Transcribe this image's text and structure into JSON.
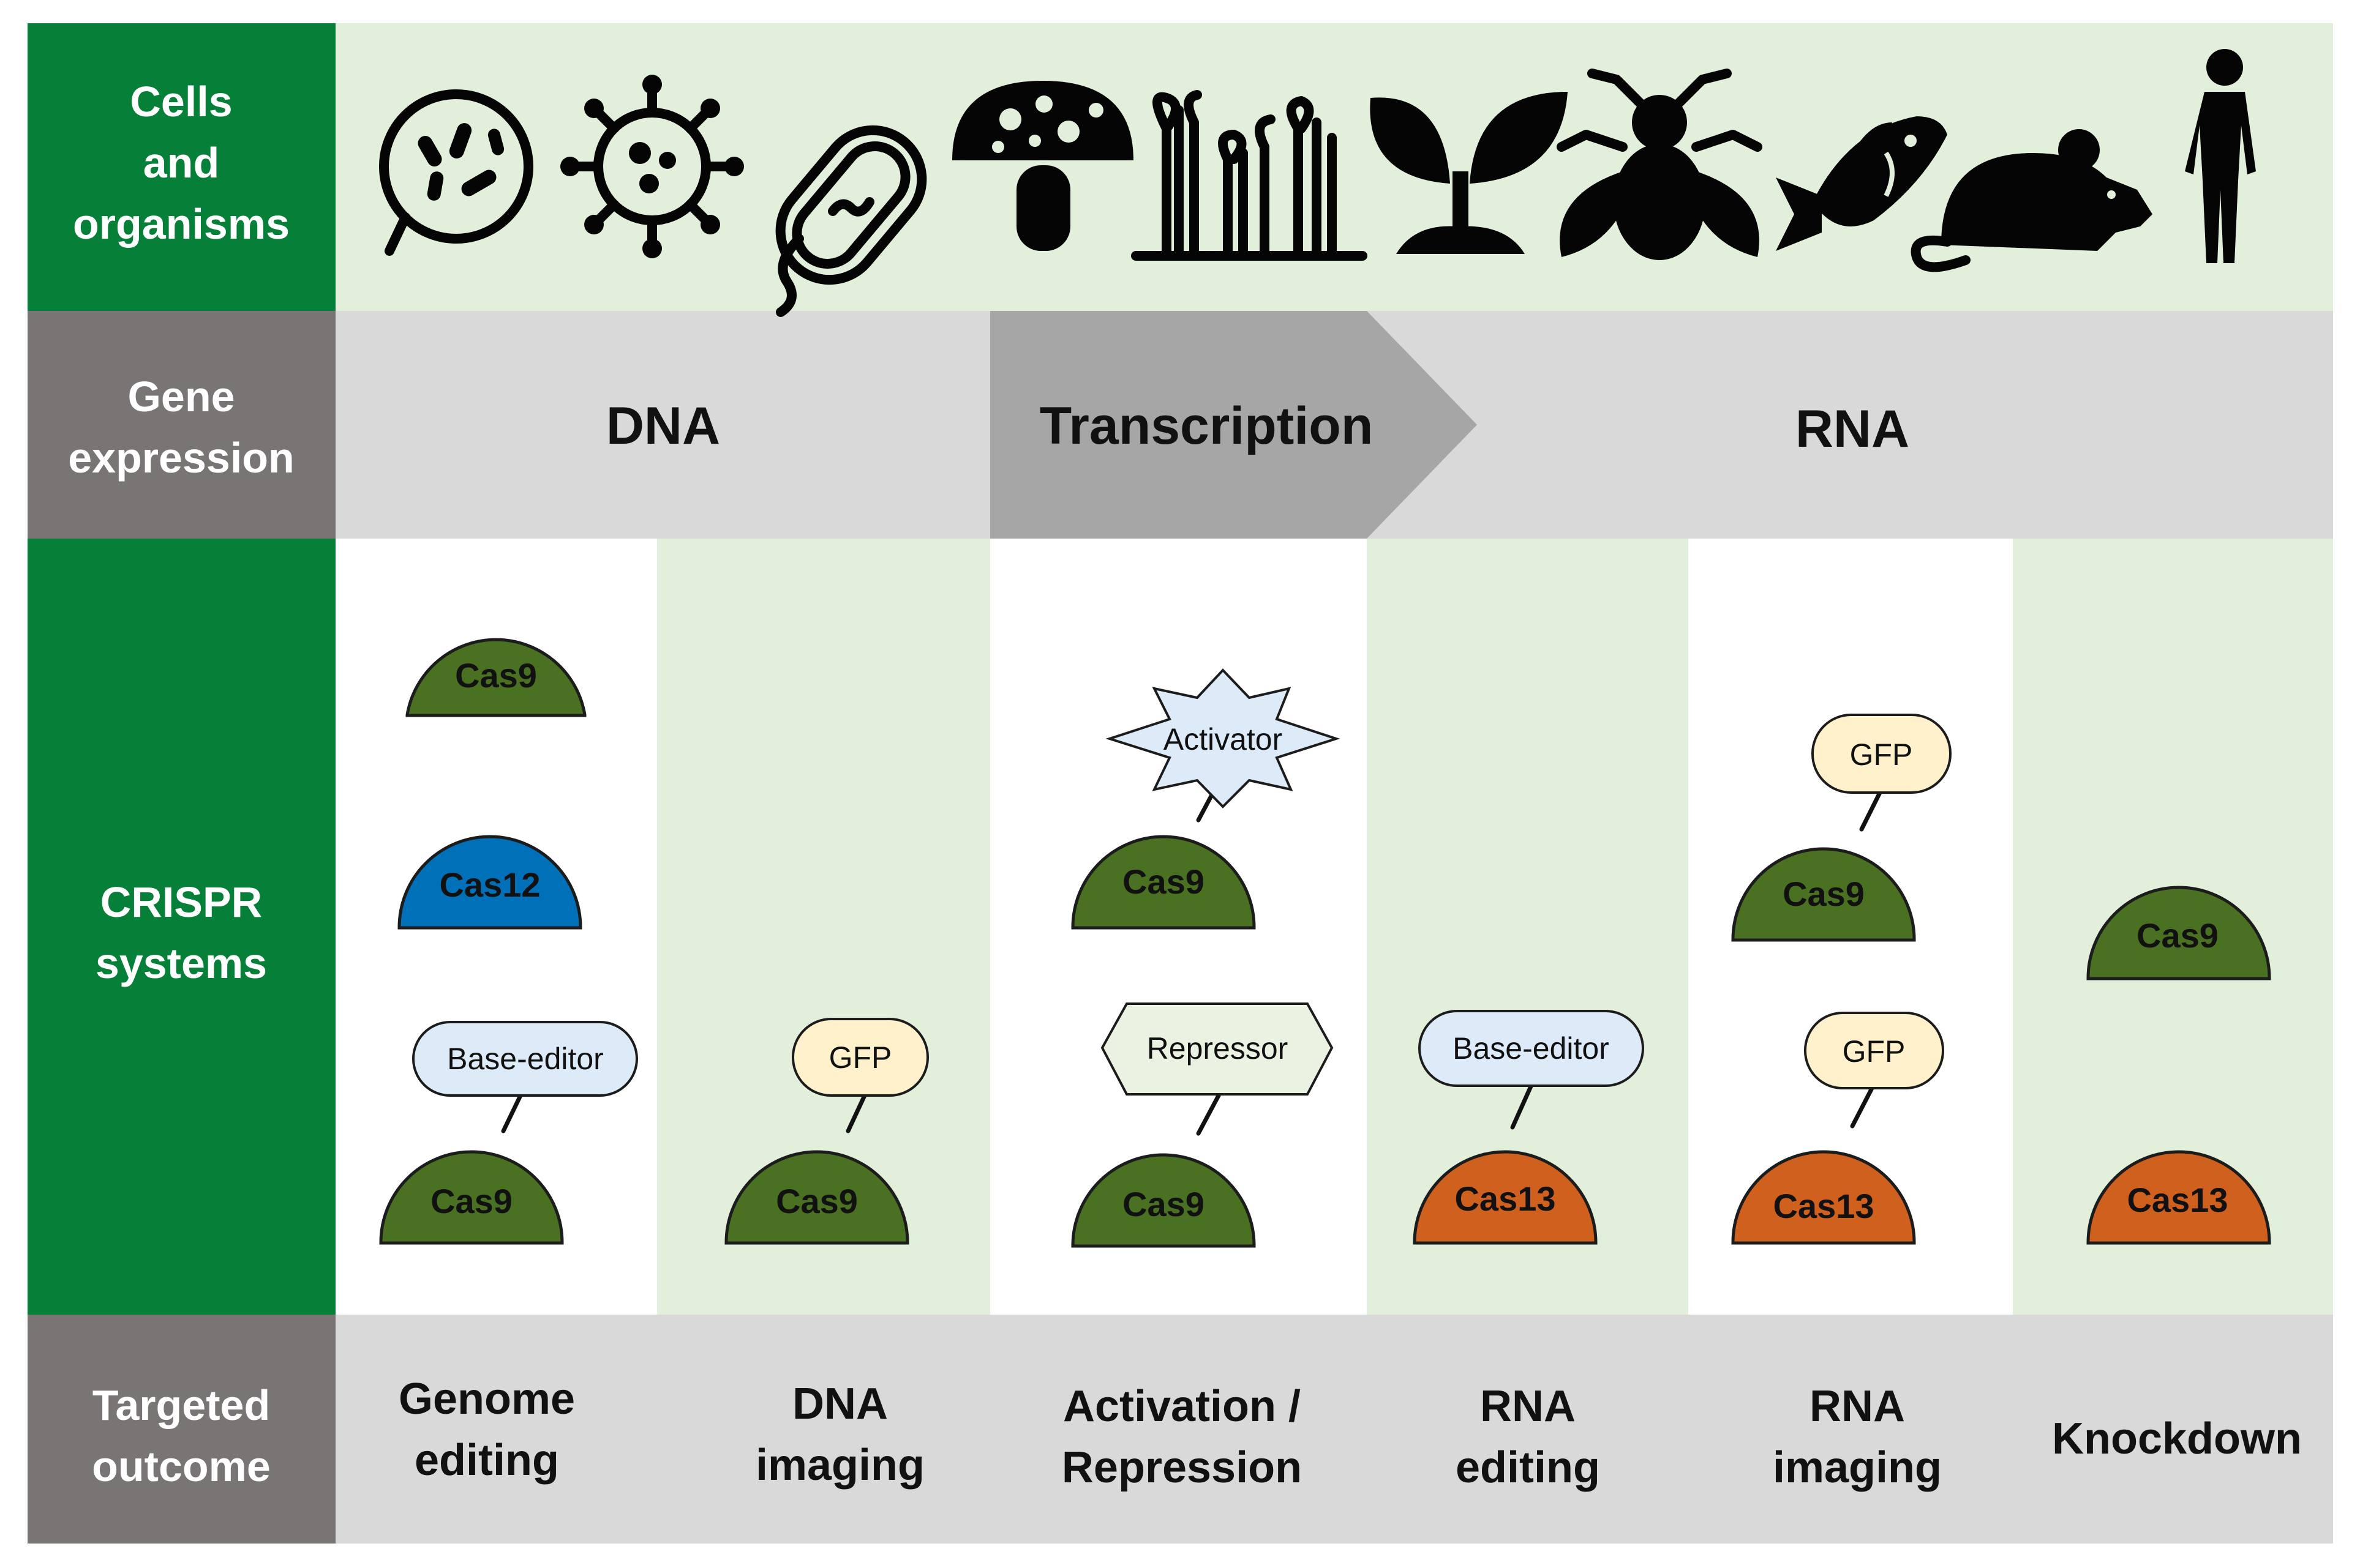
{
  "rows": {
    "organisms": "Cells\nand\norganisms",
    "expression": "Gene\nexpression",
    "crispr": "CRISPR\nsystems",
    "outcome": "Targeted\noutcome"
  },
  "stages": {
    "dna": "DNA",
    "transcription": "Transcription",
    "rna": "RNA"
  },
  "icons": [
    "microscope-bacteria-icon",
    "virus-icon",
    "bacterium-icon",
    "mushroom-icon",
    "algae-icon",
    "seedling-icon",
    "fly-icon",
    "fish-icon",
    "mouse-icon",
    "human-icon"
  ],
  "columns": [
    {
      "outcome": "Genome\nediting",
      "constructs": [
        {
          "protein": "Cas9",
          "color": "#4a7022"
        },
        {
          "protein": "Cas12",
          "color": "#0070b8"
        },
        {
          "protein": "Cas9",
          "color": "#4a7022",
          "effector": {
            "label": "Base-editor",
            "shape": "pill",
            "fill": "#dcebf7"
          }
        }
      ]
    },
    {
      "outcome": "DNA\nimaging",
      "constructs": [
        {
          "protein": "Cas9",
          "color": "#4a7022",
          "effector": {
            "label": "GFP",
            "shape": "pill",
            "fill": "#fff1cc"
          }
        }
      ]
    },
    {
      "outcome": "Activation /\nRepression",
      "constructs": [
        {
          "protein": "Cas9",
          "color": "#4a7022",
          "effector": {
            "label": "Activator",
            "shape": "star",
            "fill": "#dcebf7"
          }
        },
        {
          "protein": "Cas9",
          "color": "#4a7022",
          "effector": {
            "label": "Repressor",
            "shape": "hexagon",
            "fill": "#eaf3e2"
          }
        }
      ]
    },
    {
      "outcome": "RNA\nediting",
      "constructs": [
        {
          "protein": "Cas13",
          "color": "#d0601e",
          "effector": {
            "label": "Base-editor",
            "shape": "pill",
            "fill": "#dcebf7"
          }
        }
      ]
    },
    {
      "outcome": "RNA\nimaging",
      "constructs": [
        {
          "protein": "Cas9",
          "color": "#4a7022",
          "effector": {
            "label": "GFP",
            "shape": "pill",
            "fill": "#fff1cc"
          }
        },
        {
          "protein": "Cas13",
          "color": "#d0601e",
          "effector": {
            "label": "GFP",
            "shape": "pill",
            "fill": "#fff1cc"
          }
        }
      ]
    },
    {
      "outcome": "Knockdown",
      "constructs": [
        {
          "protein": "Cas9",
          "color": "#4a7022"
        },
        {
          "protein": "Cas13",
          "color": "#d0601e"
        }
      ]
    }
  ],
  "colors": {
    "header_green": "#068039",
    "header_gray": "#7a7575",
    "light_green": "#e2efda",
    "light_gray": "#d9d9d9",
    "transcription_gray": "#a6a6a6"
  }
}
